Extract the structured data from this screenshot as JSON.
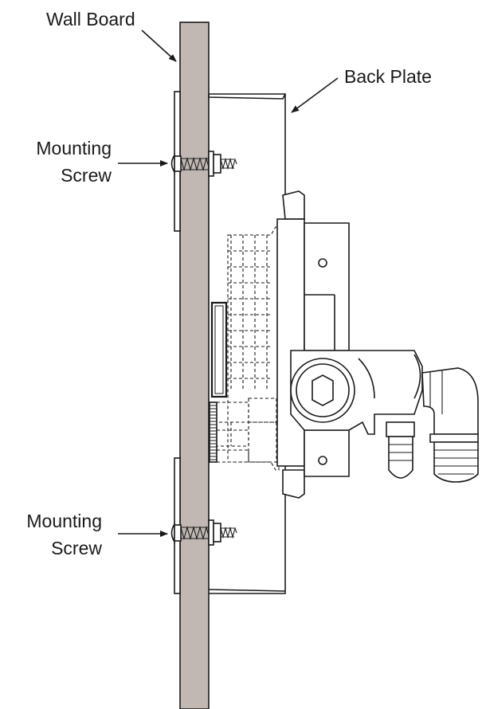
{
  "labels": {
    "wall_board": "Wall Board",
    "back_plate": "Back Plate",
    "mounting_screw_top_line1": "Mounting",
    "mounting_screw_top_line2": "Screw",
    "mounting_screw_bottom_line1": "Mounting",
    "mounting_screw_bottom_line2": "Screw"
  },
  "colors": {
    "wall_board_fill": "#c1b8b4",
    "line": "#1a1a1a",
    "background": "#ffffff"
  }
}
